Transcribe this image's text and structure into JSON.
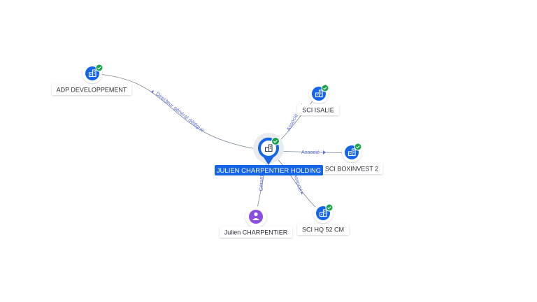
{
  "center": {
    "label": "JULIEN CHARPENTIER HOLDING",
    "icon": "company-building-icon",
    "badge": "verified-check-icon"
  },
  "nodes": [
    {
      "id": "adp",
      "label": "ADP DEVELOPPEMENT",
      "type": "company",
      "icon": "company-building-icon",
      "verified": true
    },
    {
      "id": "isalie",
      "label": "SCI ISALIE",
      "type": "company",
      "icon": "company-building-icon",
      "verified": true
    },
    {
      "id": "boxinvest",
      "label": "SCI BOXINVEST 2",
      "type": "company",
      "icon": "company-building-icon",
      "verified": true
    },
    {
      "id": "hq52",
      "label": "SCI HQ 52 CM",
      "type": "company",
      "icon": "company-building-icon",
      "verified": true
    },
    {
      "id": "julien",
      "label": "Julien CHARPENTIER",
      "type": "person",
      "icon": "person-icon",
      "verified": false
    }
  ],
  "edges": [
    {
      "to": "adp",
      "label": "Directeur général délégué"
    },
    {
      "to": "isalie",
      "label": "Associé"
    },
    {
      "to": "boxinvest",
      "label": "Associé"
    },
    {
      "to": "hq52",
      "label": "Associé"
    },
    {
      "to": "julien",
      "label": "Gérant"
    }
  ],
  "colors": {
    "company": "#1565e8",
    "person": "#8a4fe0",
    "badge": "#1aa34a",
    "edge": "#7b8794",
    "edge_label": "#5b6fd6",
    "center_label_bg": "#1565e8"
  }
}
